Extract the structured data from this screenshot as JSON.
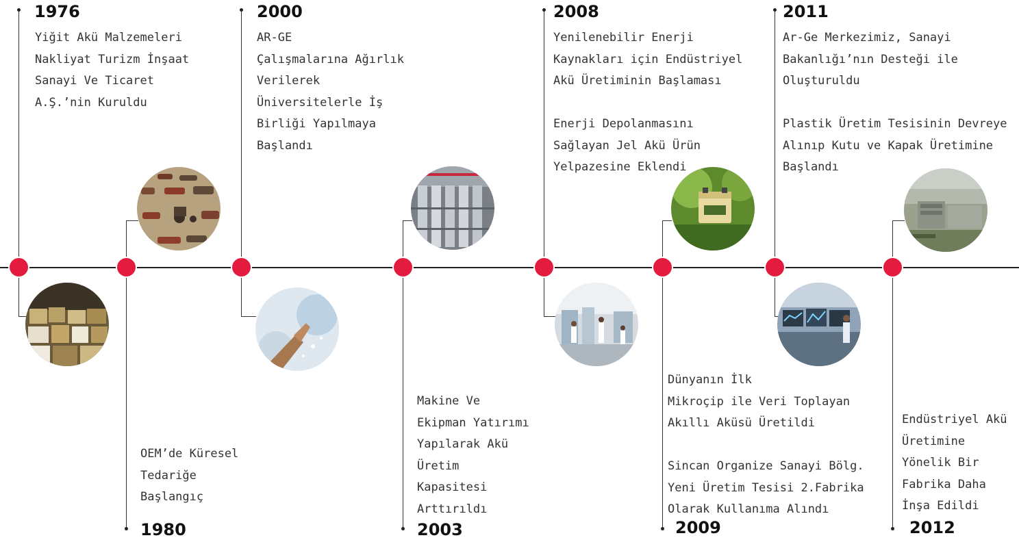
{
  "timeline": {
    "milestones": [
      {
        "year": "1976",
        "text": [
          "Yiğit Akü Malzemeleri",
          "Nakliyat Turizm İnşaat",
          "Sanayi Ve Ticaret",
          "A.Ş.’nin Kuruldu"
        ]
      },
      {
        "year": "1980",
        "text": [
          "OEM’de Küresel",
          "Tedariğe",
          "Başlangıç"
        ]
      },
      {
        "year": "2000",
        "text": [
          "AR-GE",
          "Çalışmalarına Ağırlık",
          "Verilerek",
          "Üniversitelerle İş",
          "Birliği Yapılmaya",
          "Başlandı"
        ]
      },
      {
        "year": "2003",
        "text": [
          "Makine Ve",
          "Ekipman Yatırımı",
          "Yapılarak Akü",
          "Üretim",
          "Kapasitesi",
          "Arttırıldı"
        ]
      },
      {
        "year": "2008",
        "text": [
          "Yenilenebilir Enerji",
          "Kaynakları için Endüstriyel",
          "Akü Üretiminin Başlaması",
          "",
          "Enerji Depolanmasını",
          "Sağlayan Jel Akü Ürün",
          "Yelpazesine Eklendi"
        ]
      },
      {
        "year": "2009",
        "text": [
          "Dünyanın İlk",
          "Mikroçip ile Veri Toplayan",
          "Akıllı Aküsü Üretildi",
          "",
          "Sincan Organize Sanayi Bölg.",
          "Yeni Üretim Tesisi 2.Fabrika",
          "Olarak Kullanıma Alındı"
        ]
      },
      {
        "year": "2011",
        "text": [
          "Ar-Ge Merkezimiz, Sanayi",
          "Bakanlığı’nın Desteği ile",
          "Oluşturuldu",
          "",
          "Plastik Üretim Tesisinin Devreye",
          "Alınıp Kutu ve Kapak Üretimine",
          "Başlandı"
        ]
      },
      {
        "year": "2012",
        "text": [
          "Endüstriyel Akü",
          "Üretimine",
          "Yönelik Bir",
          "Fabrika Daha",
          "İnşa Edildi"
        ]
      }
    ],
    "colors": {
      "accent": "#e31b3f",
      "line": "#222222",
      "text": "#333333"
    }
  }
}
